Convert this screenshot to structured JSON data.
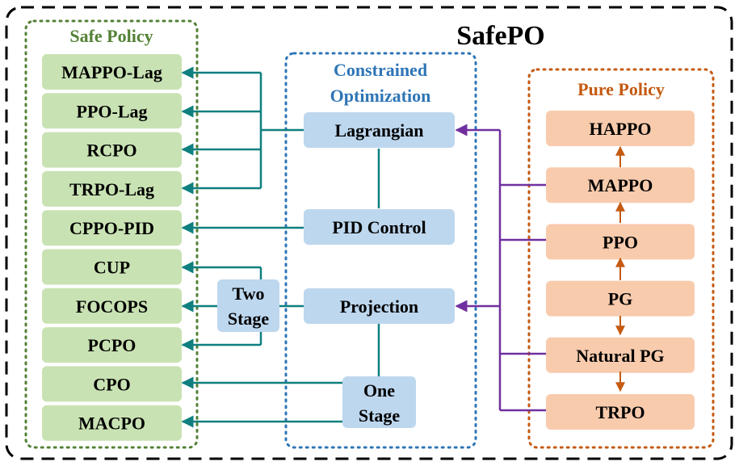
{
  "title": "SafePO",
  "safe_policy": {
    "heading": "Safe Policy",
    "items": [
      "MAPPO-Lag",
      "PPO-Lag",
      "RCPO",
      "TRPO-Lag",
      "CPPO-PID",
      "CUP",
      "FOCOPS",
      "PCPO",
      "CPO",
      "MACPO"
    ]
  },
  "constrained_optimization": {
    "heading_line1": "Constrained",
    "heading_line2": "Optimization",
    "lagrangian": "Lagrangian",
    "pid_control": "PID Control",
    "projection": "Projection",
    "one_stage_line1": "One",
    "one_stage_line2": "Stage",
    "two_stage_line1": "Two",
    "two_stage_line2": "Stage"
  },
  "pure_policy": {
    "heading": "Pure Policy",
    "items": [
      "HAPPO",
      "MAPPO",
      "PPO",
      "PG",
      "Natural PG",
      "TRPO"
    ]
  },
  "colors": {
    "safe_box": "#c9e2b3",
    "safe_border": "#538135",
    "constrained_box": "#bdd7ee",
    "constrained_border": "#2e75b6",
    "pure_box": "#f8cbad",
    "pure_border": "#c55a11",
    "teal_arrow": "#0f7f7f",
    "purple_arrow": "#7030a0",
    "orange_arrow": "#c55a11"
  }
}
